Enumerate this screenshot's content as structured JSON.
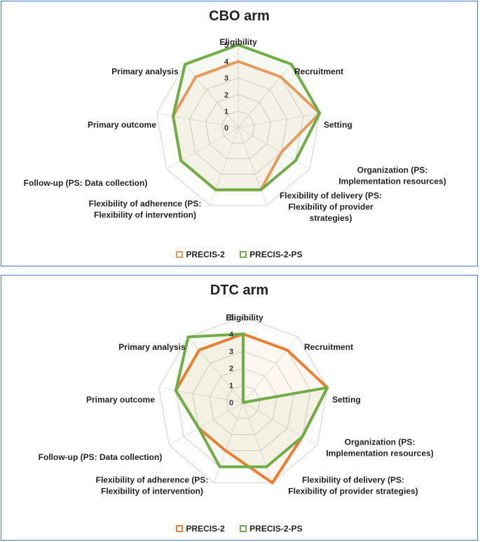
{
  "chart_data": [
    {
      "type": "radar",
      "title": "CBO arm",
      "axes": [
        "Eligibility",
        "Recruitment",
        "Setting",
        "Organization (PS:\nImplementation resources)",
        "Flexibility of delivery (PS:\nFlexibility of provider\nstrategies)",
        "Flexibility of adherence (PS:\nFlexibility of intervention)",
        "Follow-up (PS: Data collection)",
        "Primary outcome",
        "Primary analysis"
      ],
      "ticks": [
        "0",
        "1",
        "2",
        "3",
        "4",
        "5"
      ],
      "rlim": [
        0,
        5
      ],
      "legend_position": "bottom",
      "series": [
        {
          "name": "PRECIS-2",
          "color": "#ed9a5f",
          "values": [
            4,
            4,
            5,
            3,
            4,
            4,
            4,
            4,
            4
          ]
        },
        {
          "name": "PRECIS-2-PS",
          "color": "#70ad47",
          "values": [
            5,
            5,
            5,
            4,
            4,
            4,
            4,
            4,
            5
          ]
        }
      ]
    },
    {
      "type": "radar",
      "title": "DTC arm",
      "axes": [
        "Eligibility",
        "Recruitment",
        "Setting",
        "Organization (PS:\nImplementation resources)",
        "Flexibility of delivery (PS:\nFlexibility of provider strategies)",
        "Flexibility of adherence (PS:\nFlexibility of intervention)",
        "Follow-up (PS: Data collection)",
        "Primary outcome",
        "Primary analysis"
      ],
      "ticks": [
        "0",
        "1",
        "2",
        "3",
        "4",
        "5"
      ],
      "rlim": [
        0,
        5
      ],
      "legend_position": "bottom",
      "series": [
        {
          "name": "PRECIS-2",
          "color": "#ed7d31",
          "values": [
            4,
            4,
            5,
            4,
            5,
            3,
            3,
            4,
            4
          ]
        },
        {
          "name": "PRECIS-2-PS",
          "color": "#70ad47",
          "values": [
            4,
            0,
            5,
            4,
            4,
            4,
            3,
            4,
            5
          ]
        }
      ]
    }
  ]
}
